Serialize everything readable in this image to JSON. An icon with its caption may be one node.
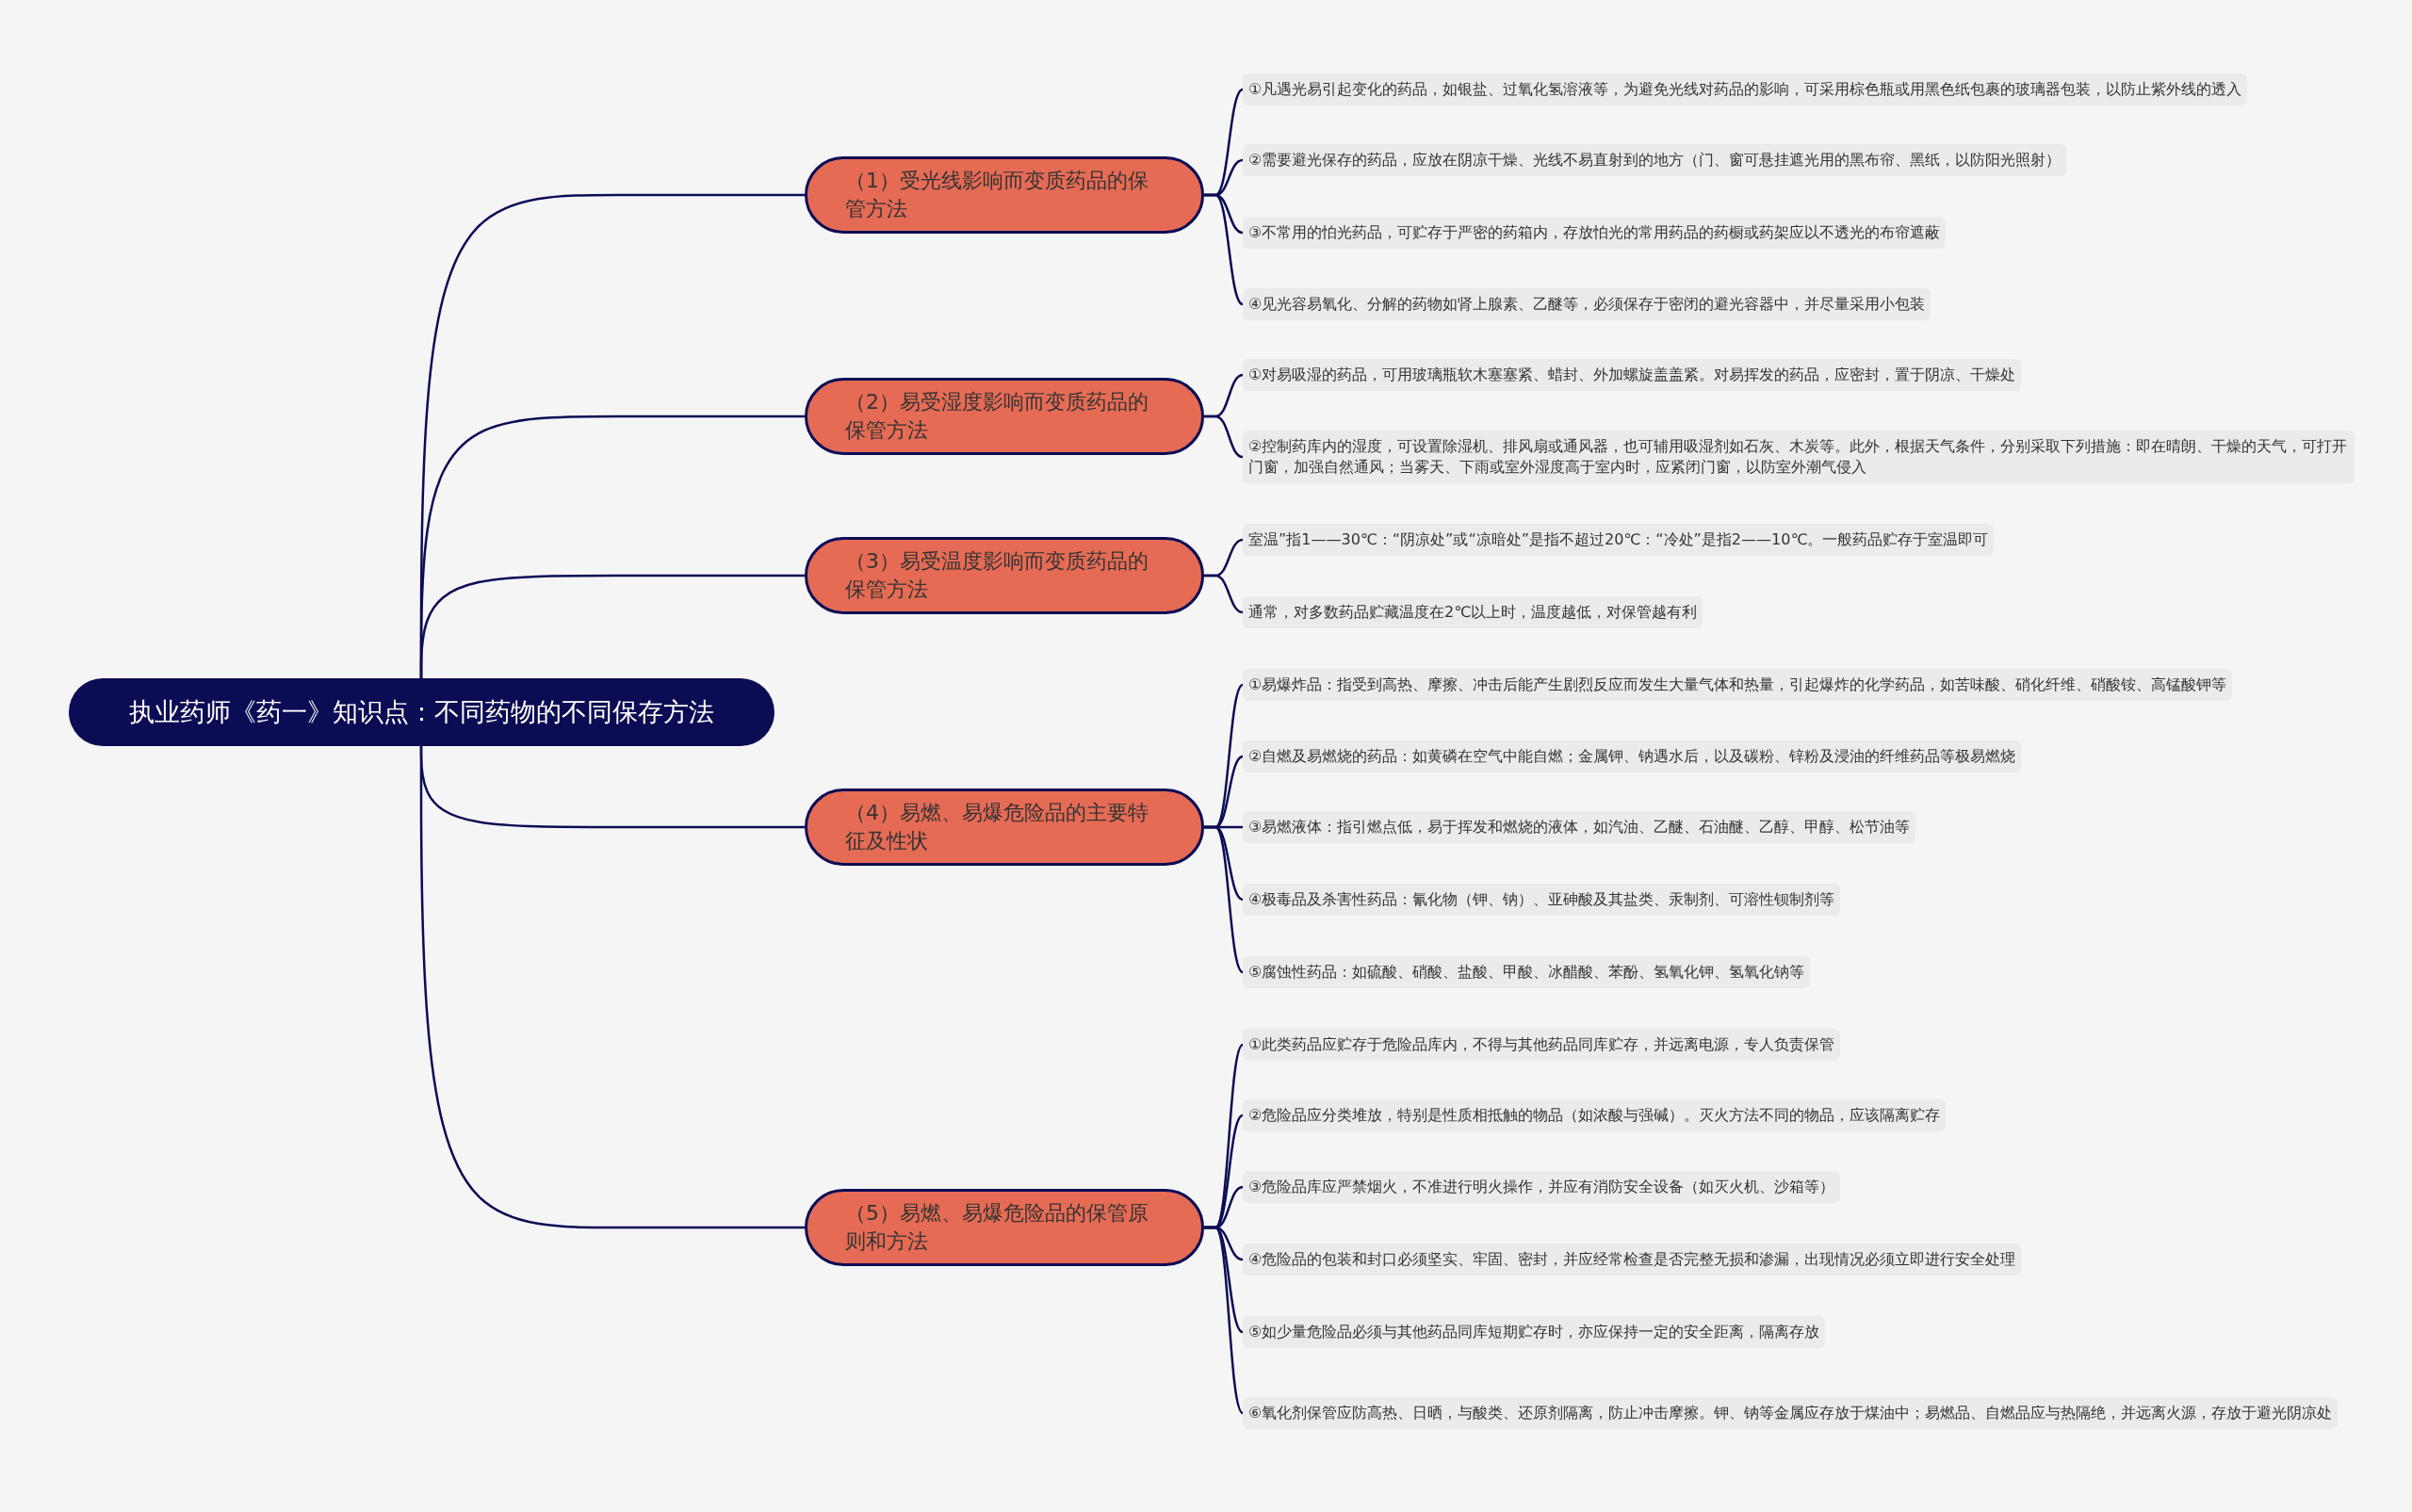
{
  "diagram": {
    "nodes": [
      {
        "text": [
          "执业药师《药一》知识点：不同药物的不同保存方法"
        ]
      },
      {
        "text": [
          "（1）受光线影响而变质药品的保管方法"
        ]
      },
      {
        "text": [
          "①凡遇光易引起变化的药品，如银盐、过氧化氢溶液等，为避免光线对药品的影响，可采用棕色瓶或用黑色纸包裹的玻璃器包装，以防止紫外线的透入"
        ]
      },
      {
        "text": [
          "②需要避光保存的药品，应放在阴凉干燥、光线不易直射到的地方（门、窗可悬挂遮光用的黑布帘、黑纸，以防阳光照射）"
        ]
      },
      {
        "text": [
          "③不常用的怕光药品，可贮存于严密的药箱内，存放怕光的常用药品的药橱或药架应以不透光的布帘遮蔽"
        ]
      },
      {
        "text": [
          "④见光容易氧化、分解的药物如肾上腺素、乙醚等，必须保存于密闭的避光容器中，并尽量采用小包装"
        ]
      },
      {
        "text": [
          "（2）易受湿度影响而变质药品的保管方法"
        ]
      },
      {
        "text": [
          "①对易吸湿的药品，可用玻璃瓶软木塞塞紧、蜡封、外加螺旋盖盖紧。对易挥发的药品，应密封，置于阴凉、干燥处"
        ]
      },
      {
        "text": [
          "②控制药库内的湿度，可设置除湿机、排风扇或通风器，也可辅用吸湿剂如石灰、木炭等。此外，根据天气条件，分别采取下列措施：即在晴朗、干燥的天气，可打开门窗，加强自然通风；当雾天、下雨或室外湿度高于室内时，应紧闭门窗，以防室外潮气侵入"
        ]
      },
      {
        "text": [
          "（3）易受温度影响而变质药品的保管方法"
        ]
      },
      {
        "text": [
          "室温”指1——30℃：“阴凉处”或“凉暗处”是指不超过20℃：“冷处”是指2——10℃。一般药品贮存于室温即可"
        ]
      },
      {
        "text": [
          "通常，对多数药品贮藏温度在2℃以上时，温度越低，对保管越有利"
        ]
      },
      {
        "text": [
          "（4）易燃、易爆危险品的主要特征及性状"
        ]
      },
      {
        "text": [
          "①易爆炸品：指受到高热、摩擦、冲击后能产生剧烈反应而发生大量气体和热量，引起爆炸的化学药品，如苦味酸、硝化纤维、硝酸铵、高锰酸钾等"
        ]
      },
      {
        "text": [
          "②自燃及易燃烧的药品：如黄磷在空气中能自燃；金属钾、钠遇水后，以及碳粉、锌粉及浸油的纤维药品等极易燃烧"
        ]
      },
      {
        "text": [
          "③易燃液体：指引燃点低，易于挥发和燃烧的液体，如汽油、乙醚、石油醚、乙醇、甲醇、松节油等"
        ]
      },
      {
        "text": [
          "④极毒品及杀害性药品：氰化物（钾、钠）、亚砷酸及其盐类、汞制剂、可溶性钡制剂等"
        ]
      },
      {
        "text": [
          "⑤腐蚀性药品：如硫酸、硝酸、盐酸、甲酸、冰醋酸、苯酚、氢氧化钾、氢氧化钠等"
        ]
      },
      {
        "text": [
          "（5）易燃、易爆危险品的保管原则和方法"
        ]
      },
      {
        "text": [
          "①此类药品应贮存于危险品库内，不得与其他药品同库贮存，并远离电源，专人负责保管"
        ]
      },
      {
        "text": [
          "②危险品应分类堆放，特别是性质相抵触的物品（如浓酸与强碱）。灭火方法不同的物品，应该隔离贮存"
        ]
      },
      {
        "text": [
          "③危险品库应严禁烟火，不准进行明火操作，并应有消防安全设备（如灭火机、沙箱等）"
        ]
      },
      {
        "text": [
          "④危险品的包装和封口必须坚实、牢固、密封，并应经常检查是否完整无损和渗漏，出现情况必须立即进行安全处理"
        ]
      },
      {
        "text": [
          "⑤如少量危险品必须与其他药品同库短期贮存时，亦应保持一定的安全距离，隔离存放"
        ]
      },
      {
        "text": [
          "⑥氧化剂保管应防高热、日晒，与酸类、还原剂隔离，防止冲击摩擦。钾、钠等金属应存放于煤油中；易燃品、自燃品应与热隔绝，并远离火源，存放于避光阴凉处"
        ]
      }
    ],
    "edges": [
      {
        "from": 0,
        "to": 1,
        "arrow": "none"
      },
      {
        "from": 0,
        "to": 6,
        "arrow": "none"
      },
      {
        "from": 0,
        "to": 9,
        "arrow": "none"
      },
      {
        "from": 0,
        "to": 12,
        "arrow": "none"
      },
      {
        "from": 0,
        "to": 18,
        "arrow": "none"
      },
      {
        "from": 1,
        "to": 2,
        "arrow": "none"
      },
      {
        "from": 1,
        "to": 3,
        "arrow": "none"
      },
      {
        "from": 1,
        "to": 4,
        "arrow": "none"
      },
      {
        "from": 1,
        "to": 5,
        "arrow": "none"
      },
      {
        "from": 6,
        "to": 7,
        "arrow": "none"
      },
      {
        "from": 6,
        "to": 8,
        "arrow": "none"
      },
      {
        "from": 9,
        "to": 10,
        "arrow": "none"
      },
      {
        "from": 9,
        "to": 11,
        "arrow": "none"
      },
      {
        "from": 12,
        "to": 13,
        "arrow": "none"
      },
      {
        "from": 12,
        "to": 14,
        "arrow": "none"
      },
      {
        "from": 12,
        "to": 15,
        "arrow": "none"
      },
      {
        "from": 12,
        "to": 16,
        "arrow": "none"
      },
      {
        "from": 12,
        "to": 17,
        "arrow": "none"
      },
      {
        "from": 18,
        "to": 19,
        "arrow": "none"
      },
      {
        "from": 18,
        "to": 20,
        "arrow": "none"
      },
      {
        "from": 18,
        "to": 21,
        "arrow": "none"
      },
      {
        "from": 18,
        "to": 22,
        "arrow": "none"
      },
      {
        "from": 18,
        "to": 23,
        "arrow": "none"
      },
      {
        "from": 18,
        "to": 24,
        "arrow": "none"
      }
    ]
  }
}
